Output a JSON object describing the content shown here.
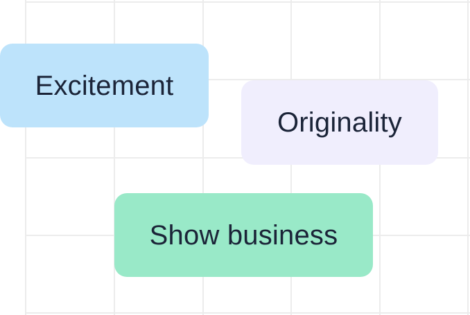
{
  "tags": [
    {
      "label": "Excitement",
      "color": "#bde3fb"
    },
    {
      "label": "Originality",
      "color": "#f0eefd"
    },
    {
      "label": "Show business",
      "color": "#99e9c8"
    }
  ],
  "colors": {
    "background": "#ffffff",
    "grid_line": "#ececec",
    "text": "#1b2438"
  }
}
